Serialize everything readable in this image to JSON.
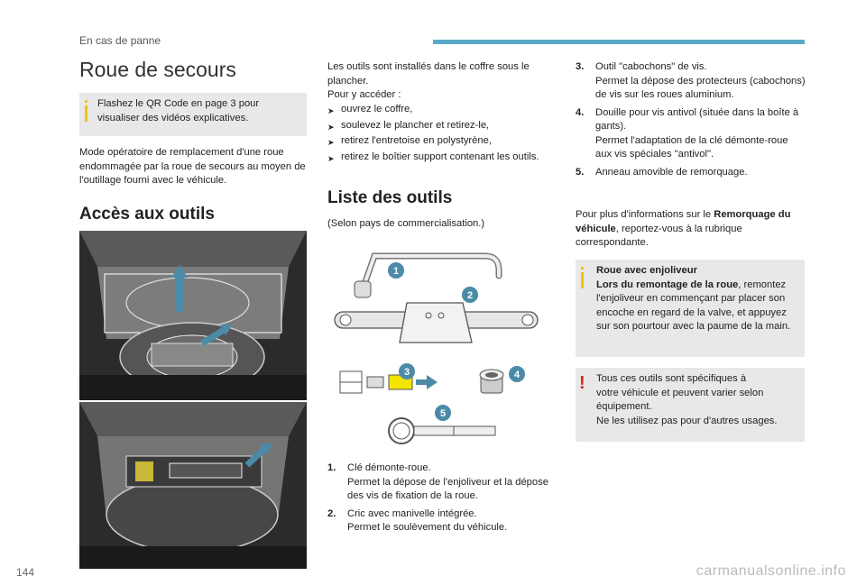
{
  "header": {
    "section": "En cas de panne",
    "page_number": "144"
  },
  "title": "Roue de secours",
  "qr_note": "Flashez le QR Code en page 3 pour visualiser des vidéos explicatives.",
  "intro": "Mode opératoire de remplacement d'une roue endommagée par la roue de secours au moyen de l'outillage fourni avec le véhicule.",
  "access": {
    "heading": "Accès aux outils",
    "text_intro": "Les outils sont installés dans le coffre sous le plancher.",
    "text_how": "Pour y accéder :",
    "bullets": [
      "ouvrez le coffre,",
      "soulevez le plancher et retirez-le,",
      "retirez l'entretoise en polystyrène,",
      "retirez le boîtier support contenant les outils."
    ]
  },
  "tools": {
    "heading": "Liste des outils",
    "subtitle": "(Selon pays de commercialisation.)",
    "labels": [
      "1",
      "2",
      "3",
      "4",
      "5"
    ],
    "items": [
      {
        "num": "1.",
        "title": "Clé démonte-roue.",
        "desc": "Permet la dépose de l'enjoliveur et la dépose des vis de fixation de la roue."
      },
      {
        "num": "2.",
        "title": "Cric avec manivelle intégrée.",
        "desc": "Permet le soulèvement du véhicule."
      },
      {
        "num": "3.",
        "title": "Outil \"cabochons\" de vis.",
        "desc": "Permet la dépose des protecteurs (cabochons) de vis sur les roues aluminium."
      },
      {
        "num": "4.",
        "title": "Douille pour vis antivol (située dans la boîte à gants).",
        "desc": "Permet l'adaptation de la clé démonte-roue aux vis spéciales \"antivol\"."
      },
      {
        "num": "5.",
        "title": "Anneau amovible de remorquage.",
        "desc": ""
      }
    ]
  },
  "more_info": {
    "pre": "Pour plus d'informations sur le ",
    "link": "Remorquage du véhicule",
    "post": ", reportez-vous à la rubrique correspondante."
  },
  "enjoliveur_note": {
    "title": "Roue avec enjoliveur",
    "lead": "Lors du remontage de la roue",
    "text": ", remontez l'enjoliveur en commençant par placer son encoche en regard de la valve, et appuyez sur son pourtour avec la paume de la main."
  },
  "warning_note": {
    "icon": "!",
    "lines": [
      "Tous ces outils sont spécifiques à",
      "votre véhicule et peuvent varier selon",
      "équipement.",
      "Ne les utilisez pas pour d'autres usages."
    ]
  },
  "watermark": "carmanualsonline.info",
  "colors": {
    "accent_blue": "#5aa9c6",
    "info_yellow": "#f2c500",
    "warning_red": "#d9261c",
    "note_grey": "#e8e8e8"
  }
}
